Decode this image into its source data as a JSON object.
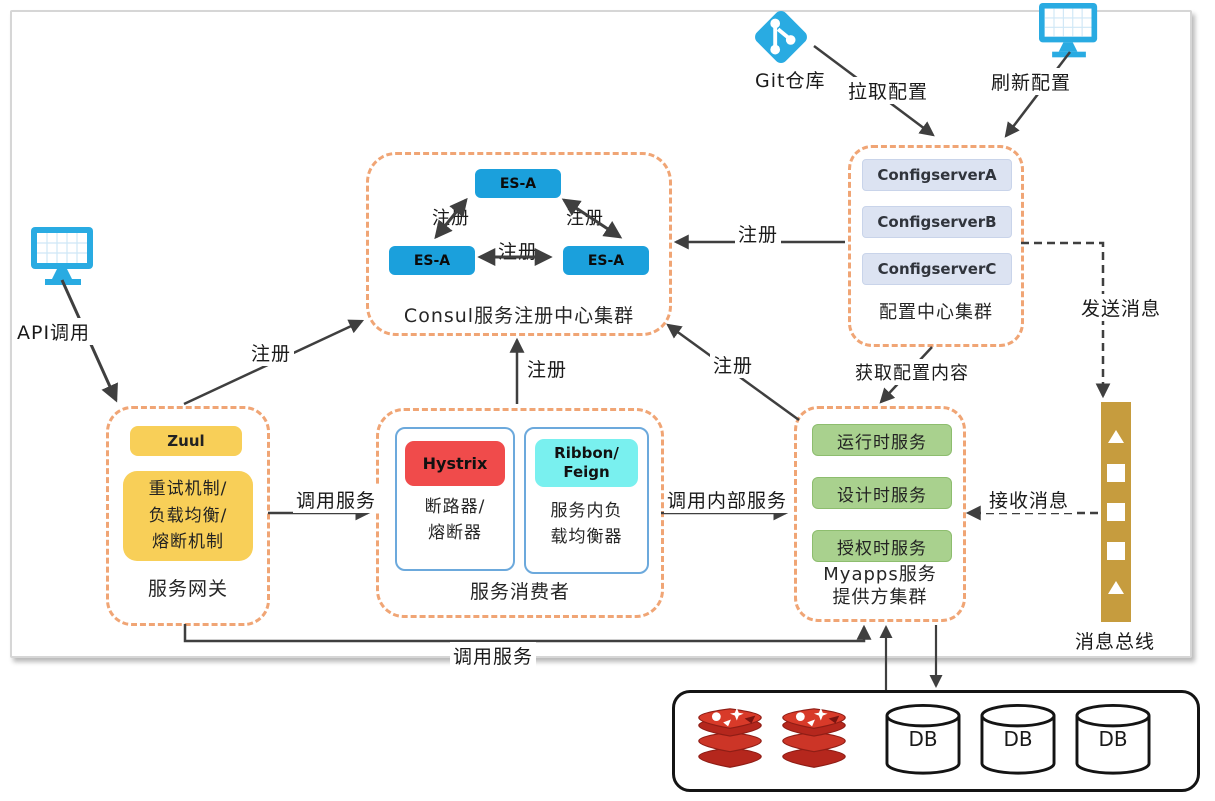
{
  "colors": {
    "dashed_border": "#F0A575",
    "node_blue": "#1BA0DC",
    "icon_blue": "#29ABE2",
    "yellow": "#F8CF58",
    "red": "#F04B4B",
    "cyan": "#79F0EF",
    "green": "#A9D18E",
    "config_fill": "#DCE3F2",
    "bus_gold": "#C69C3E",
    "arrow": "#3F3F3F"
  },
  "git_repo": {
    "label": "Git仓库"
  },
  "consul_cluster": {
    "title": "Consul服务注册中心集群",
    "node_top": "ES-A",
    "node_left": "ES-A",
    "node_right": "ES-A",
    "edge_left": "注册",
    "edge_right": "注册",
    "edge_middle": "注册"
  },
  "config_cluster": {
    "title": "配置中心集群",
    "servers": [
      "ConfigserverA",
      "ConfigserverB",
      "ConfigserverC"
    ]
  },
  "gateway_cluster": {
    "title": "服务网关",
    "zuul": "Zuul",
    "mechanism_lines": [
      "重试机制/",
      "负载均衡/",
      "熔断机制"
    ]
  },
  "consumer_cluster": {
    "title": "服务消费者",
    "hystrix": {
      "name": "Hystrix",
      "desc_lines": [
        "断路器/",
        "熔断器"
      ]
    },
    "ribbon": {
      "name_lines": [
        "Ribbon/",
        "Feign"
      ],
      "desc_lines": [
        "服务内负",
        "载均衡器"
      ]
    }
  },
  "provider_cluster": {
    "title_lines": [
      "Myapps服务",
      "提供方集群"
    ],
    "services": [
      "运行时服务",
      "设计时服务",
      "授权时服务"
    ]
  },
  "message_bus": {
    "title": "消息总线"
  },
  "storage": {
    "db_labels": [
      "DB",
      "DB",
      "DB"
    ]
  },
  "edge_labels": {
    "api_call": "API调用",
    "pull_config": "拉取配置",
    "refresh_config": "刷新配置",
    "register_gateway": "注册",
    "register_consumer": "注册",
    "register_provider": "注册",
    "register_config": "注册",
    "get_config": "获取配置内容",
    "send_message": "发送消息",
    "receive_message": "接收消息",
    "call_service": "调用服务",
    "call_internal_service": "调用内部服务",
    "call_service_bottom": "调用服务"
  }
}
